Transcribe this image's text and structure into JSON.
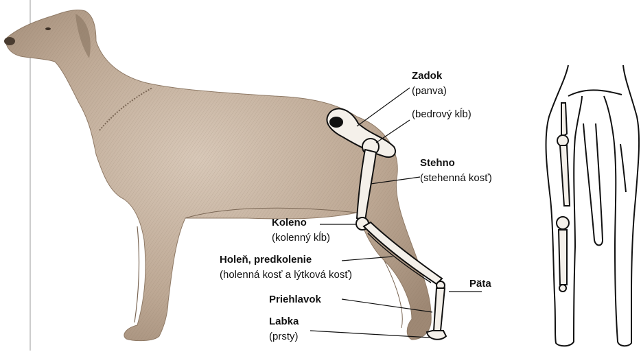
{
  "labels": {
    "zadok": {
      "name": "Zadok",
      "detail": "(panva)"
    },
    "bedrovy": {
      "detail": "(bedrový kĺb)"
    },
    "stehno": {
      "name": "Stehno",
      "detail": "(stehenná kosť)"
    },
    "koleno": {
      "name": "Koleno",
      "detail": "(kolenný kĺb)"
    },
    "holen": {
      "name": "Holeň, predkolenie",
      "detail": "(holenná kosť a lýtková kosť)"
    },
    "pata": {
      "name": "Päta"
    },
    "priehlavok": {
      "name": "Priehlavok"
    },
    "labka": {
      "name": "Labka",
      "detail": "(prsty)"
    }
  },
  "colors": {
    "coat": "#c9b6a3",
    "coat_dark": "#8f7a66",
    "bone": "#f4f0ea",
    "line": "#111111"
  }
}
